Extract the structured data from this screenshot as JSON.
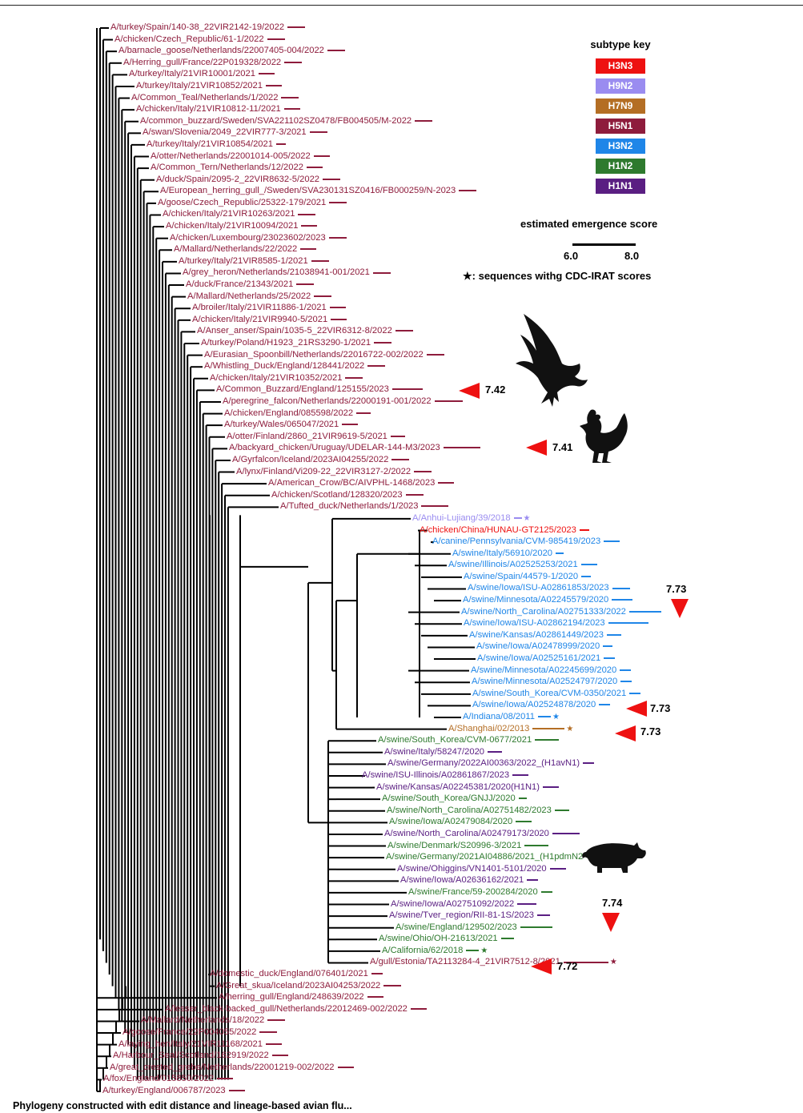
{
  "legend": {
    "title": "subtype key",
    "subtypes": [
      {
        "label": "H3N3",
        "color": "#ee1111"
      },
      {
        "label": "H9N2",
        "color": "#9a8cf0"
      },
      {
        "label": "H7N9",
        "color": "#b46e24"
      },
      {
        "label": "H5N1",
        "color": "#8e1c3c"
      },
      {
        "label": "H3N2",
        "color": "#1f86e8"
      },
      {
        "label": "H1N2",
        "color": "#2e7a2e"
      },
      {
        "label": "H1N1",
        "color": "#5a1e82"
      }
    ],
    "score_title": "estimated emergence score",
    "scale_min": "6.0",
    "scale_max": "8.0",
    "star_note": "★: sequences withg CDC-IRAT scores"
  },
  "leaves": [
    {
      "label": "A/turkey/Spain/140-38_22VIR2142-19/2022",
      "subtype": "H5N1"
    },
    {
      "label": "A/chicken/Czech_Republic/61-1/2022",
      "subtype": "H5N1"
    },
    {
      "label": "A/barnacle_goose/Netherlands/22007405-004/2022",
      "subtype": "H5N1"
    },
    {
      "label": "A/Herring_gull/France/22P019328/2022",
      "subtype": "H5N1"
    },
    {
      "label": "A/turkey/Italy/21VIR10001/2021",
      "subtype": "H5N1"
    },
    {
      "label": "A/turkey/Italy/21VIR10852/2021",
      "subtype": "H5N1"
    },
    {
      "label": "A/Common_Teal/Netherlands/1/2022",
      "subtype": "H5N1"
    },
    {
      "label": "A/chicken/Italy/21VIR10812-11/2021",
      "subtype": "H5N1"
    },
    {
      "label": "A/common_buzzard/Sweden/SVA221102SZ0478/FB004505/M-2022",
      "subtype": "H5N1"
    },
    {
      "label": "A/swan/Slovenia/2049_22VIR777-3/2021",
      "subtype": "H5N1"
    },
    {
      "label": "A/turkey/Italy/21VIR10854/2021",
      "subtype": "H5N1"
    },
    {
      "label": "A/otter/Netherlands/22001014-005/2022",
      "subtype": "H5N1"
    },
    {
      "label": "A/Common_Tern/Netherlands/12/2022",
      "subtype": "H5N1"
    },
    {
      "label": "A/duck/Spain/2095-2_22VIR8632-5/2022",
      "subtype": "H5N1"
    },
    {
      "label": "A/European_herring_gull_/Sweden/SVA230131SZ0416/FB000259/N-2023",
      "subtype": "H5N1"
    },
    {
      "label": "A/goose/Czech_Republic/25322-179/2021",
      "subtype": "H5N1"
    },
    {
      "label": "A/chicken/Italy/21VIR10263/2021",
      "subtype": "H5N1"
    },
    {
      "label": "A/chicken/Italy/21VIR10094/2021",
      "subtype": "H5N1"
    },
    {
      "label": "A/chicken/Luxembourg/23023602/2023",
      "subtype": "H5N1"
    },
    {
      "label": "A/Mallard/Netherlands/22/2022",
      "subtype": "H5N1"
    },
    {
      "label": "A/turkey/Italy/21VIR8585-1/2021",
      "subtype": "H5N1"
    },
    {
      "label": "A/grey_heron/Netherlands/21038941-001/2021",
      "subtype": "H5N1"
    },
    {
      "label": "A/duck/France/21343/2021",
      "subtype": "H5N1"
    },
    {
      "label": "A/Mallard/Netherlands/25/2022",
      "subtype": "H5N1"
    },
    {
      "label": "A/broiler/Italy/21VIR11886-1/2021",
      "subtype": "H5N1"
    },
    {
      "label": "A/chicken/Italy/21VIR9940-5/2021",
      "subtype": "H5N1"
    },
    {
      "label": "A/Anser_anser/Spain/1035-5_22VIR6312-8/2022",
      "subtype": "H5N1"
    },
    {
      "label": "A/turkey/Poland/H1923_21RS3290-1/2021",
      "subtype": "H5N1"
    },
    {
      "label": "A/Eurasian_Spoonbill/Netherlands/22016722-002/2022",
      "subtype": "H5N1"
    },
    {
      "label": "A/Whistling_Duck/England/128441/2022",
      "subtype": "H5N1"
    },
    {
      "label": "A/chicken/Italy/21VIR10352/2021",
      "subtype": "H5N1"
    },
    {
      "label": "A/Common_Buzzard/England/125155/2023",
      "subtype": "H5N1"
    },
    {
      "label": "A/peregrine_falcon/Netherlands/22000191-001/2022",
      "subtype": "H5N1"
    },
    {
      "label": "A/chicken/England/085598/2022",
      "subtype": "H5N1"
    },
    {
      "label": "A/turkey/Wales/065047/2021",
      "subtype": "H5N1"
    },
    {
      "label": "A/otter/Finland/2860_21VIR9619-5/2021",
      "subtype": "H5N1"
    },
    {
      "label": "A/backyard_chicken/Uruguay/UDELAR-144-M3/2023",
      "subtype": "H5N1"
    },
    {
      "label": "A/Gyrfalcon/Iceland/2023AI04255/2022",
      "subtype": "H5N1"
    },
    {
      "label": "A/lynx/Finland/Vi209-22_22VIR3127-2/2022",
      "subtype": "H5N1"
    },
    {
      "label": "A/American_Crow/BC/AIVPHL-1468/2023",
      "subtype": "H5N1"
    },
    {
      "label": "A/chicken/Scotland/128320/2023",
      "subtype": "H5N1"
    },
    {
      "label": "A/Tufted_duck/Netherlands/1/2023",
      "subtype": "H5N1"
    },
    {
      "label": "A/Anhui-Lujiang/39/2018",
      "subtype": "H9N2",
      "star": true
    },
    {
      "label": "A/chicken/China/HUNAU-GT2125/2023",
      "subtype": "H3N3"
    },
    {
      "label": "A/canine/Pennsylvania/CVM-985419/2023",
      "subtype": "H3N2"
    },
    {
      "label": "A/swine/Italy/56910/2020",
      "subtype": "H3N2"
    },
    {
      "label": "A/swine/Illinois/A02525253/2021",
      "subtype": "H3N2"
    },
    {
      "label": "A/swine/Spain/44579-1/2020",
      "subtype": "H3N2"
    },
    {
      "label": "A/swine/Iowa/ISU-A02861853/2023",
      "subtype": "H3N2"
    },
    {
      "label": "A/swine/Minnesota/A02245579/2020",
      "subtype": "H3N2"
    },
    {
      "label": "A/swine/North_Carolina/A02751333/2022",
      "subtype": "H3N2"
    },
    {
      "label": "A/swine/Iowa/ISU-A02862194/2023",
      "subtype": "H3N2"
    },
    {
      "label": "A/swine/Kansas/A02861449/2023",
      "subtype": "H3N2"
    },
    {
      "label": "A/swine/Iowa/A02478999/2020",
      "subtype": "H3N2"
    },
    {
      "label": "A/swine/Iowa/A02525161/2021",
      "subtype": "H3N2"
    },
    {
      "label": "A/swine/Minnesota/A02245699/2020",
      "subtype": "H3N2"
    },
    {
      "label": "A/swine/Minnesota/A02524797/2020",
      "subtype": "H3N2"
    },
    {
      "label": "A/swine/South_Korea/CVM-0350/2021",
      "subtype": "H3N2"
    },
    {
      "label": "A/swine/Iowa/A02524878/2020",
      "subtype": "H3N2"
    },
    {
      "label": "A/Indiana/08/2011",
      "subtype": "H3N2",
      "star": true
    },
    {
      "label": "A/Shanghai/02/2013",
      "subtype": "H7N9",
      "star": true
    },
    {
      "label": "A/swine/South_Korea/CVM-0677/2021",
      "subtype": "H1N2"
    },
    {
      "label": "A/swine/Italy/58247/2020",
      "subtype": "H1N1"
    },
    {
      "label": "A/swine/Germany/2022AI00363/2022_(H1avN1)",
      "subtype": "H1N1"
    },
    {
      "label": "A/swine/ISU-Illinois/A02861867/2023",
      "subtype": "H1N1"
    },
    {
      "label": "A/swine/Kansas/A02245381/2020(H1N1)",
      "subtype": "H1N1"
    },
    {
      "label": "A/swine/South_Korea/GNJJ/2020",
      "subtype": "H1N2"
    },
    {
      "label": "A/swine/North_Carolina/A02751482/2023",
      "subtype": "H1N2"
    },
    {
      "label": "A/swine/Iowa/A02479084/2020",
      "subtype": "H1N2"
    },
    {
      "label": "A/swine/North_Carolina/A02479173/2020",
      "subtype": "H1N1"
    },
    {
      "label": "A/swine/Denmark/S20996-3/2021",
      "subtype": "H1N2"
    },
    {
      "label": "A/swine/Germany/2021AI04886/2021_(H1pdmN2",
      "subtype": "H1N2"
    },
    {
      "label": "A/swine/Ohiggins/VN1401-5101/2020",
      "subtype": "H1N1"
    },
    {
      "label": "A/swine/Iowa/A02636162/2021",
      "subtype": "H1N1"
    },
    {
      "label": "A/swine/France/59-200284/2020",
      "subtype": "H1N2"
    },
    {
      "label": "A/swine/Iowa/A02751092/2022",
      "subtype": "H1N1"
    },
    {
      "label": "A/swine/Tver_region/RII-81-1S/2023",
      "subtype": "H1N1"
    },
    {
      "label": "A/swine/England/129502/2023",
      "subtype": "H1N2"
    },
    {
      "label": "A/swine/Ohio/OH-21613/2021",
      "subtype": "H1N2"
    },
    {
      "label": "A/California/62/2018",
      "subtype": "H1N2",
      "star": true
    },
    {
      "label": "A/gull/Estonia/TA2113284-4_21VIR7512-8/2021",
      "subtype": "H5N1",
      "star": true
    },
    {
      "label": "A/domestic_duck/England/076401/2021",
      "subtype": "H5N1"
    },
    {
      "label": "A/Great_skua/Iceland/2023AI04253/2022",
      "subtype": "H5N1"
    },
    {
      "label": "A/herring_gull/England/248639/2022",
      "subtype": "H5N1"
    },
    {
      "label": "A/lesser_black-backed_gull/Netherlands/22012469-002/2022",
      "subtype": "H5N1"
    },
    {
      "label": "A/Mallard/Netherlands/18/2022",
      "subtype": "H5N1"
    },
    {
      "label": "A/goose/France/22P004055/2022",
      "subtype": "H5N1"
    },
    {
      "label": "A/laying_hen/Italy/21VIR11168/2021",
      "subtype": "H5N1"
    },
    {
      "label": "A/Harbour_Seal/Scotland/162919/2022",
      "subtype": "H5N1"
    },
    {
      "label": "A/great_crested_grebe/Netherlands/22001219-002/2022",
      "subtype": "H5N1"
    },
    {
      "label": "A/fox/England/015850/2022",
      "subtype": "H5N1"
    },
    {
      "label": "A/turkey/England/006787/2023",
      "subtype": "H5N1"
    }
  ],
  "scores": [
    {
      "value": "7.42",
      "leaf": 31
    },
    {
      "value": "7.41",
      "leaf": 36
    },
    {
      "value": "7.73",
      "leaf": 50
    },
    {
      "value": "7.73",
      "leaf": 59
    },
    {
      "value": "7.73",
      "leaf": 60
    },
    {
      "value": "7.74",
      "leaf": 77
    },
    {
      "value": "7.72",
      "leaf": 80
    }
  ],
  "caption": "Phylogeny constructed with edit distance and lineage-based avian flu..."
}
